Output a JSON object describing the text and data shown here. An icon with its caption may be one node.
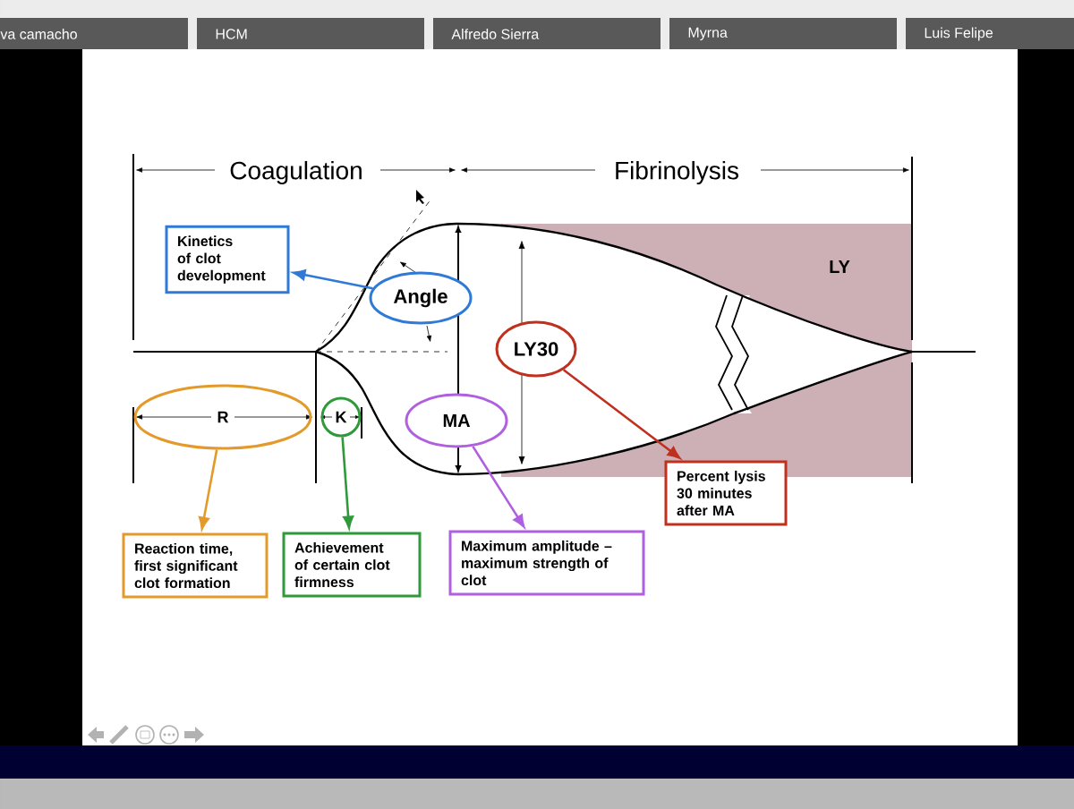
{
  "diagram": {
    "nodes": [
      {
        "text": [
          "Kinetics of clot development"
        ]
      },
      {
        "text": [
          "Angle"
        ]
      },
      {
        "text": [
          "LY30"
        ]
      },
      {
        "text": [
          "R"
        ]
      },
      {
        "text": [
          "K"
        ]
      },
      {
        "text": [
          "MA"
        ]
      },
      {
        "text": [
          "Percent lysis 30 minutes after MA"
        ]
      },
      {
        "text": [
          "Reaction time, first significant clot formation"
        ]
      },
      {
        "text": [
          "Achievement of certain clot firmness"
        ]
      },
      {
        "text": [
          "Maximum amplitude – maximum strength of clot"
        ]
      }
    ],
    "edges": [
      {
        "from": 1,
        "to": 0,
        "arrow": "to",
        "color": "#2f7ad6"
      },
      {
        "from": 2,
        "to": 6,
        "arrow": "to",
        "color": "#c0301f"
      },
      {
        "from": 3,
        "to": 7,
        "arrow": "to",
        "color": "#e39a2a"
      },
      {
        "from": 4,
        "to": 8,
        "arrow": "to",
        "color": "#2f9a3a"
      },
      {
        "from": 5,
        "to": 9,
        "arrow": "to",
        "color": "#b05fe0"
      }
    ],
    "labels": [
      "va camacho",
      "HCM",
      "Alfredo Sierra",
      "Myrna",
      "Luis Felipe",
      "Coagulation",
      "Fibrinolysis",
      "LY"
    ]
  }
}
